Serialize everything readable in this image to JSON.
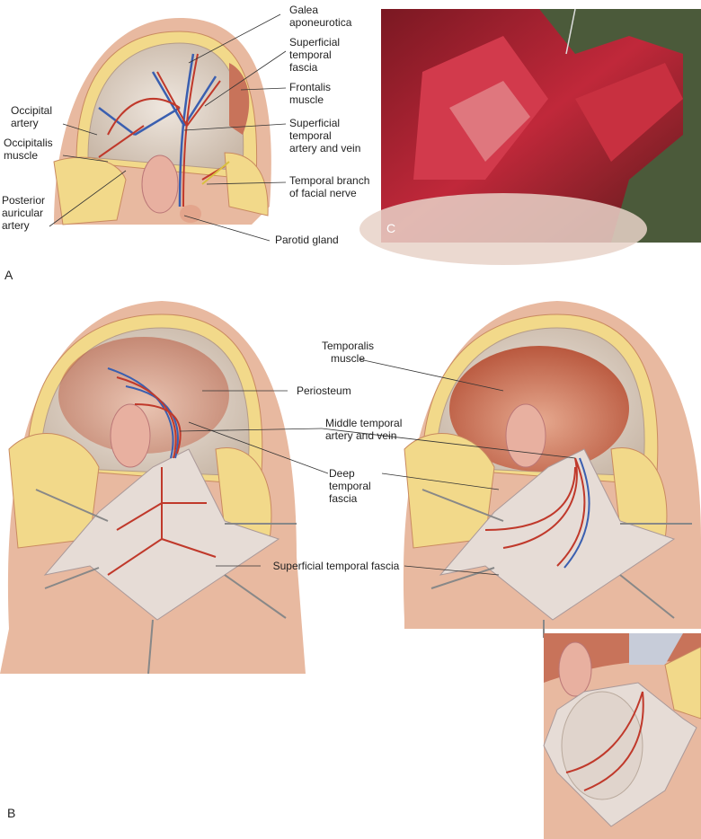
{
  "panels": {
    "a": {
      "letter": "A",
      "labels": {
        "galea": "Galea aponeurotica",
        "sup_temporal_fascia": "Superficial temporal fascia",
        "frontalis": "Frontalis muscle",
        "sup_temporal_artery": "Superficial temporal artery and vein",
        "temporal_branch": "Temporal branch of facial nerve",
        "parotid": "Parotid gland",
        "occipital_artery": "Occipital artery",
        "occipitalis": "Occipitalis muscle",
        "posterior_auricular": "Posterior auricular artery"
      }
    },
    "b": {
      "letter": "B",
      "labels": {
        "periosteum": "Periosteum",
        "middle_temporal": "Middle temporal artery and vein",
        "deep_temporal_fascia": "Deep temporal fascia",
        "sup_temporal_fascia": "Superficial temporal fascia",
        "temporalis": "Temporalis muscle"
      }
    },
    "c": {
      "letter": "C"
    }
  },
  "colors": {
    "skin": "#e8b9a0",
    "fat": "#f2d98a",
    "artery": "#c0392b",
    "vein": "#3a5fb0",
    "muscle": "#c8735a",
    "fascia": "#e6dcd6"
  }
}
